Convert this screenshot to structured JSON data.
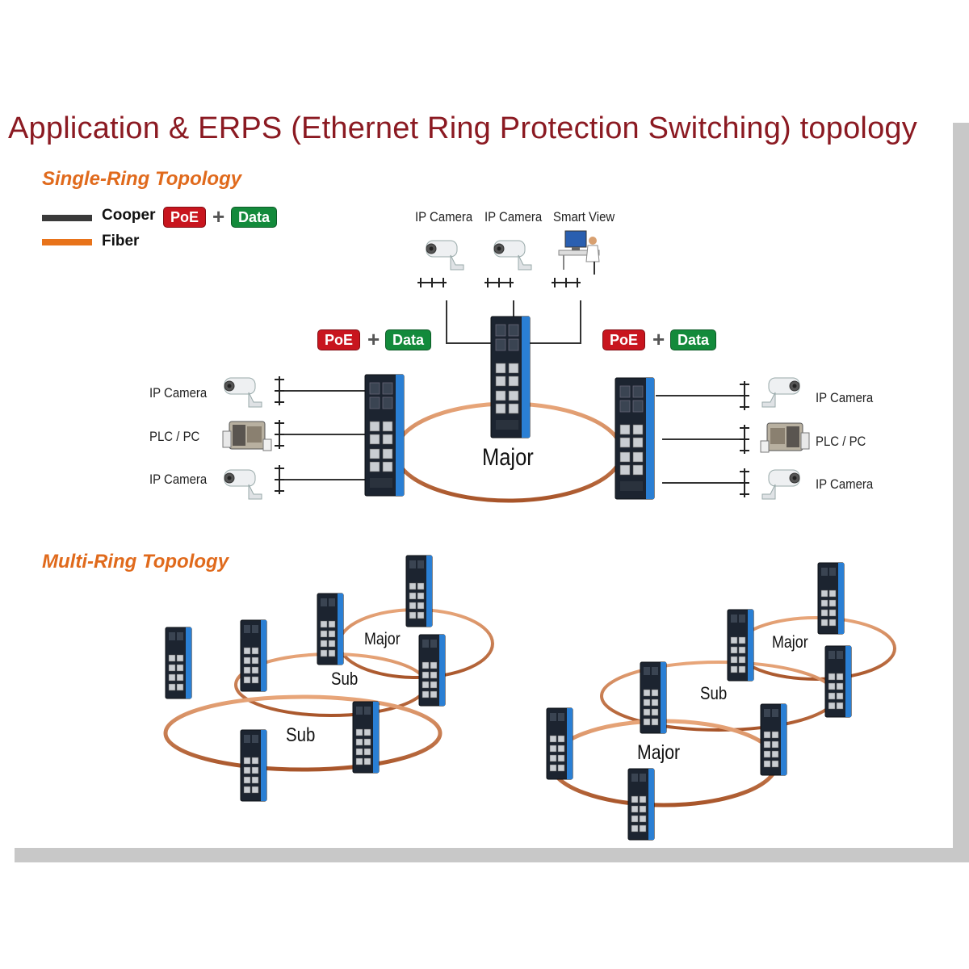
{
  "title": "Application & ERPS (Ethernet  Ring Protection Switching) topology",
  "single_ring": {
    "heading": "Single-Ring Topology",
    "legend": {
      "cooper": "Cooper",
      "fiber": "Fiber",
      "poe": "PoE",
      "plus": "+",
      "data": "Data"
    },
    "top_devices": [
      "IP Camera",
      "IP Camera",
      "Smart View"
    ],
    "left_devices": [
      "IP Camera",
      "PLC / PC",
      "IP Camera"
    ],
    "right_devices": [
      "IP Camera",
      "PLC / PC",
      "IP Camera"
    ],
    "badge_left": {
      "poe": "PoE",
      "plus": "+",
      "data": "Data"
    },
    "badge_right": {
      "poe": "PoE",
      "plus": "+",
      "data": "Data"
    },
    "ring_label": "Major"
  },
  "multi_ring": {
    "heading": "Multi-Ring Topology",
    "left": {
      "major": "Major",
      "sub_top": "Sub",
      "sub_bottom": "Sub"
    },
    "right": {
      "major_top": "Major",
      "sub": "Sub",
      "major_bottom": "Major"
    }
  },
  "colors": {
    "title": "#8b1a22",
    "heading": "#e06a1c",
    "cooper": "#3a3a3a",
    "fiber": "#e8731a",
    "ring": "#c8703a",
    "poe": "#c8151e",
    "data": "#138a3b",
    "switch_body": "#1c2430",
    "switch_accent": "#2a7fd4"
  },
  "icons": [
    "ip-camera-icon",
    "plc-pc-icon",
    "smart-view-workstation-icon",
    "industrial-switch-icon"
  ]
}
